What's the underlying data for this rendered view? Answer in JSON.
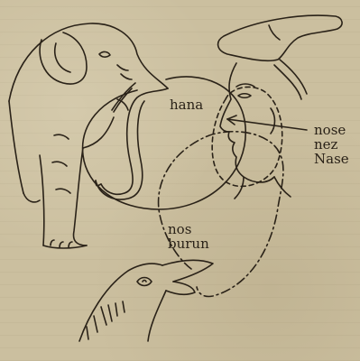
{
  "colors": {
    "paper": "#cbbf9f",
    "ink": "#2a2218"
  },
  "labels": {
    "hana": "hana",
    "nose": "nose",
    "nez": "nez",
    "nase": "Nase",
    "nos": "nos",
    "burun": "burun"
  },
  "figures": [
    "elephant",
    "human-profile",
    "bird-head"
  ]
}
